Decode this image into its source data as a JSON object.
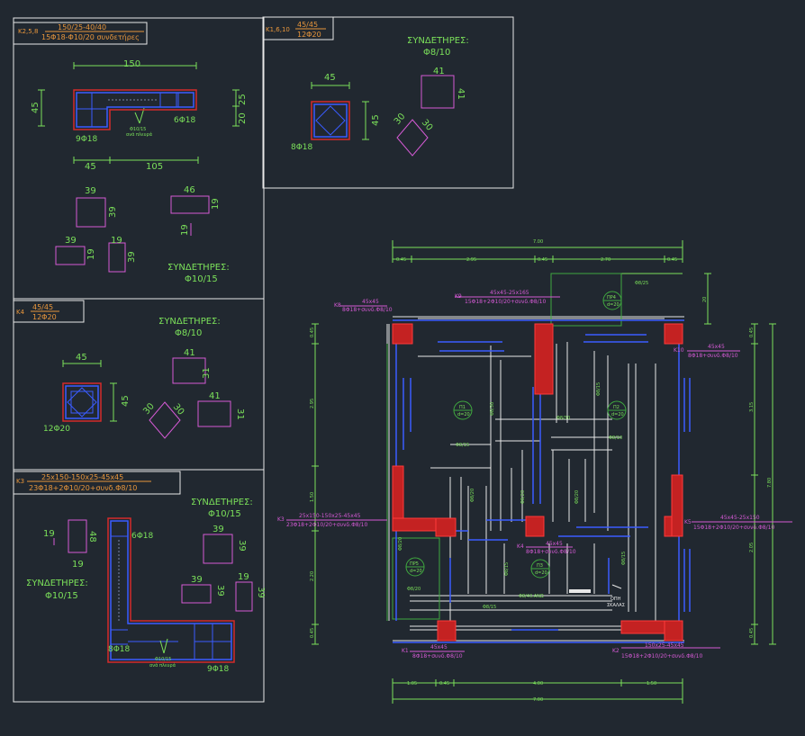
{
  "colors": {
    "background": "#212830",
    "frame": "#e8e8e8",
    "orange": "#e8963c",
    "green": "#7be05a",
    "magenta": "#d55ad5",
    "blue": "#3a5cff",
    "red": "#d42a2a",
    "white": "#e8e8e8"
  },
  "details": {
    "k2": {
      "tag": "K2,5,8",
      "dims": "150/25-40/40",
      "rebar": "15Φ18-Φ10/20 συνδετήρες",
      "dim_150": "150",
      "dim_45_side": "45",
      "dim_20": "20",
      "dim_25": "25",
      "bars_left": "9Φ18",
      "bars_right": "6Φ18",
      "stirrup_note": "Φ10/15",
      "stirrup_note2": "ανά πλευρά",
      "dim_45": "45",
      "dim_105": "105",
      "s39": "39",
      "s39b": "39",
      "s46": "46",
      "s19": "19",
      "s19b": "19",
      "s39c": "39",
      "s19c": "19",
      "s19d": "19",
      "s39d": "39",
      "stirrups_title": "ΣΥΝΔΕΤΗΡΕΣ:",
      "stirrups_value": "Φ10/15"
    },
    "k1": {
      "tag": "K1,6,10",
      "dims": "45/45",
      "rebar": "12Φ20",
      "dim_45": "45",
      "dim_45v": "45",
      "bars": "8Φ18",
      "stirrups_title": "ΣΥΝΔΕΤΗΡΕΣ:",
      "stirrups_value": "Φ8/10",
      "s41": "41",
      "s41v": "41",
      "s30": "30",
      "s30b": "30"
    },
    "k4": {
      "tag": "K4",
      "dims": "45/45",
      "rebar": "12Φ20",
      "dim_45": "45",
      "dim_45v": "45",
      "bars": "12Φ20",
      "stirrups_title": "ΣΥΝΔΕΤΗΡΕΣ:",
      "stirrups_value": "Φ8/10",
      "s41": "41",
      "s31": "31",
      "s41b": "41",
      "s31b": "31",
      "s30": "30",
      "s30b": "30"
    },
    "k3": {
      "tag": "K3",
      "dims": "25x150-150x25-45x45",
      "rebar": "23Φ18+2Φ10/20+συνδ.Φ8/10",
      "s19": "19",
      "s48": "48",
      "s19b": "19",
      "bars_top": "6Φ18",
      "bars_bottom": "8Φ18",
      "bars_right": "9Φ18",
      "stirrups_title": "ΣΥΝΔΕΤΗΡΕΣ:",
      "stirrups_value": "Φ10/15",
      "stirrups_title2": "ΣΥΝΔΕΤΗΡΕΣ:",
      "stirrups_value2": "Φ10/15",
      "s39": "39",
      "s39v": "39",
      "s39b": "39",
      "s39bv": "39",
      "s19c": "19",
      "s39c": "39",
      "stirrup_note": "Φ10/15",
      "stirrup_note2": "ανά πλευρά"
    }
  },
  "plan": {
    "dim_total_top": "7.00",
    "dim_top": [
      "0.45",
      "2.95",
      "0.45",
      "2.70",
      "0.45"
    ],
    "dim_total_bottom": "7.00",
    "dim_bottom": [
      "1.05",
      "0.45",
      "4.00",
      "1.50"
    ],
    "dim_left": [
      "0.45",
      "2.95",
      "1.50",
      "2.20",
      "0.45"
    ],
    "dim_right_inner": [
      "0.45",
      "3.15",
      "2.05",
      "0.45"
    ],
    "dim_right_total": "7.80",
    "dim_top_right": "20",
    "beam_top": "Φ8/25",
    "columns": {
      "k8": {
        "name": "K8",
        "dims": "45x45",
        "rebar": "8Φ18+συνδ.Φ8/10"
      },
      "k9": {
        "name": "K9",
        "dims": "45x45-25x165",
        "rebar": "15Φ18+2Φ10/20+συνδ.Φ8/10"
      },
      "k10": {
        "name": "K10",
        "dims": "45x45",
        "rebar": "8Φ18+συνδ.Φ8/10"
      },
      "k3": {
        "name": "K3",
        "dims": "25x150-150x25-45x45",
        "rebar": "23Φ18+2Φ10/20+συνδ.Φ8/10"
      },
      "k4": {
        "name": "K4",
        "dims": "45x45",
        "rebar": "8Φ18+συνδ.Φ8/10"
      },
      "k5": {
        "name": "K5",
        "dims": "45x45-25x150",
        "rebar": "15Φ18+2Φ10/20+συνδ.Φ8/10"
      },
      "k1": {
        "name": "K1",
        "dims": "45x45",
        "rebar": "8Φ18+συνδ.Φ8/10"
      },
      "k2": {
        "name": "K2",
        "dims": "150x25-45x45",
        "rebar": "15Φ18+2Φ10/20+συνδ.Φ8/10"
      }
    },
    "slabs": [
      {
        "name": "Π1",
        "d": "d=20"
      },
      {
        "name": "Π2",
        "d": "d=20"
      },
      {
        "name": "Π3",
        "d": "d=20"
      },
      {
        "name": "ΠΡ4",
        "d": "d=20"
      },
      {
        "name": "ΠΡ5",
        "d": "d=20"
      }
    ],
    "bar_labels": [
      "Φ8/15",
      "Φ8/30",
      "Φ8/30",
      "Φ8/10",
      "Φ8/15",
      "Φ8/20",
      "Φ8/20",
      "Φ8/20",
      "Φ8/15",
      "Φ8/15",
      "Φ8/40.ΑΝΩ",
      "Φ8/20",
      "Φ8/15",
      "Φ8/20"
    ],
    "stair_label": "ΟΠΗ",
    "stair_label2": "ΣΚΑΛΑΣ"
  }
}
